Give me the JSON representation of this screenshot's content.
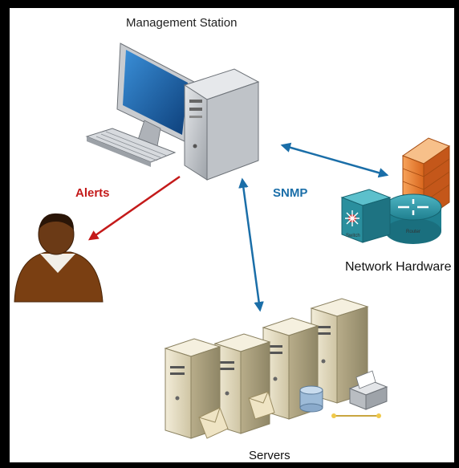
{
  "labels": {
    "management_station": "Management Station",
    "alerts": "Alerts",
    "snmp": "SNMP",
    "network_hardware": "Network Hardware",
    "switch": "Switch",
    "router": "Router",
    "servers": "Servers"
  },
  "colors": {
    "alerts_arrow": "#c41a1a",
    "snmp_arrow": "#1a6ea8",
    "frame": "#000000"
  },
  "icons": [
    "monitor-icon",
    "keyboard-icon",
    "tower-pc-icon",
    "firewall-icon",
    "switch-icon",
    "router-icon",
    "user-icon",
    "server-icon",
    "database-icon",
    "envelope-icon",
    "printer-icon"
  ]
}
